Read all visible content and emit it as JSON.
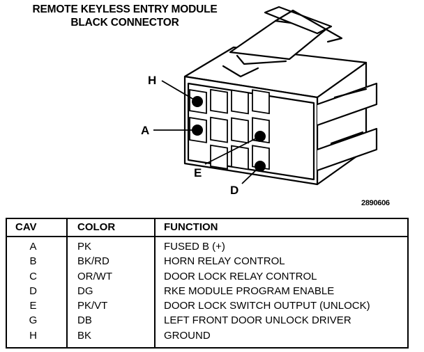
{
  "title": {
    "line1": "REMOTE KEYLESS ENTRY MODULE",
    "line2": "BLACK CONNECTOR"
  },
  "figure_id": "2890606",
  "pin_labels": [
    "H",
    "A",
    "E",
    "D"
  ],
  "table": {
    "headers": [
      "CAV",
      "COLOR",
      "FUNCTION"
    ],
    "rows": [
      [
        "A",
        "PK",
        "FUSED B (+)"
      ],
      [
        "B",
        "BK/RD",
        "HORN RELAY CONTROL"
      ],
      [
        "C",
        "OR/WT",
        "DOOR LOCK RELAY CONTROL"
      ],
      [
        "D",
        "DG",
        "RKE MODULE PROGRAM ENABLE"
      ],
      [
        "E",
        "PK/VT",
        "DOOR LOCK SWITCH OUTPUT (UNLOCK)"
      ],
      [
        "G",
        "DB",
        "LEFT FRONT DOOR UNLOCK DRIVER"
      ],
      [
        "H",
        "BK",
        "GROUND"
      ]
    ]
  }
}
